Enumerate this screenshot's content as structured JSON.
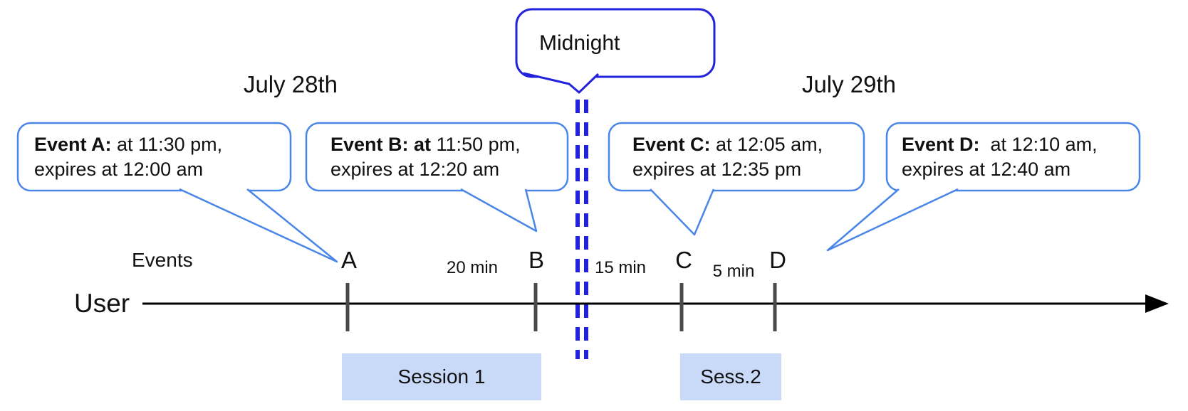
{
  "dates": {
    "left": "July 28th",
    "right": "July 29th"
  },
  "midnight": {
    "label": "Midnight"
  },
  "callouts": [
    {
      "bold": "Event A:",
      "rest": " at 11:30 pm,",
      "line2": "expires at 12:00 am"
    },
    {
      "bold": "Event B: at",
      "rest": " 11:50 pm,",
      "line2": "expires at 12:20 am"
    },
    {
      "bold": "Event C:",
      "rest": " at 12:05 am,",
      "line2": "expires at 12:35 pm"
    },
    {
      "bold": "Event D:",
      "rest": "  at 12:10 am,",
      "line2": "expires at 12:40 am"
    }
  ],
  "axis": {
    "events_label": "Events",
    "user_label": "User"
  },
  "markers": [
    {
      "letter": "A"
    },
    {
      "letter": "B"
    },
    {
      "letter": "C"
    },
    {
      "letter": "D"
    }
  ],
  "intervals": [
    {
      "label": "20 min"
    },
    {
      "label": "15 min"
    },
    {
      "label": "5 min"
    }
  ],
  "sessions": [
    {
      "label": "Session 1"
    },
    {
      "label": "Sess.2"
    }
  ],
  "colors": {
    "callout_border": "#4a86e8",
    "midnight_blue": "#2222dd",
    "session_fill": "#c9daf8",
    "tick_gray": "#4a4a4a",
    "axis_black": "#000000"
  }
}
